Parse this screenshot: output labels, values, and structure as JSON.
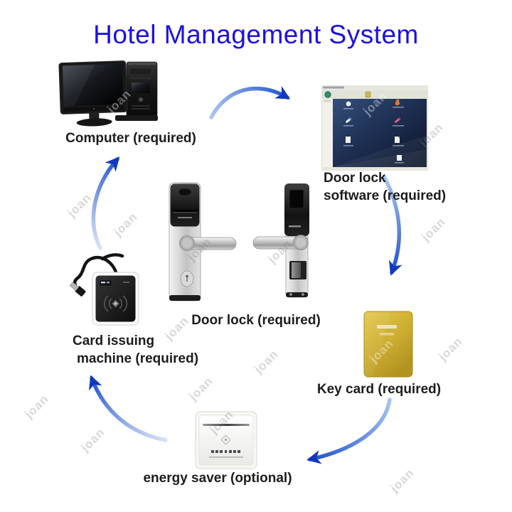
{
  "title": "Hotel Management System",
  "colors": {
    "title_blue": "#1c10e4",
    "arrow_blue_head": "#1238bc",
    "arrow_blue_tail": "#aac6f0",
    "key_card_yellow": "#d1b136",
    "label_text": "#1c1c1c"
  },
  "watermark": {
    "text": "joan"
  },
  "nodes": {
    "computer": {
      "label": "Computer (required)"
    },
    "software": {
      "label_line1": "Door lock",
      "label_line2": "software (required)"
    },
    "door_lock": {
      "label": "Door lock (required)"
    },
    "card_machine": {
      "label_line1": "Card issuing",
      "label_line2": "machine (required)"
    },
    "key_card": {
      "label": "Key card (required)"
    },
    "energy_saver": {
      "label": "energy saver (optional)"
    }
  },
  "flow": {
    "arrows": [
      "computer -> door-lock-software",
      "door-lock-software -> key-card",
      "key-card -> energy-saver",
      "energy-saver -> card-issuing-machine",
      "card-issuing-machine -> computer"
    ]
  }
}
